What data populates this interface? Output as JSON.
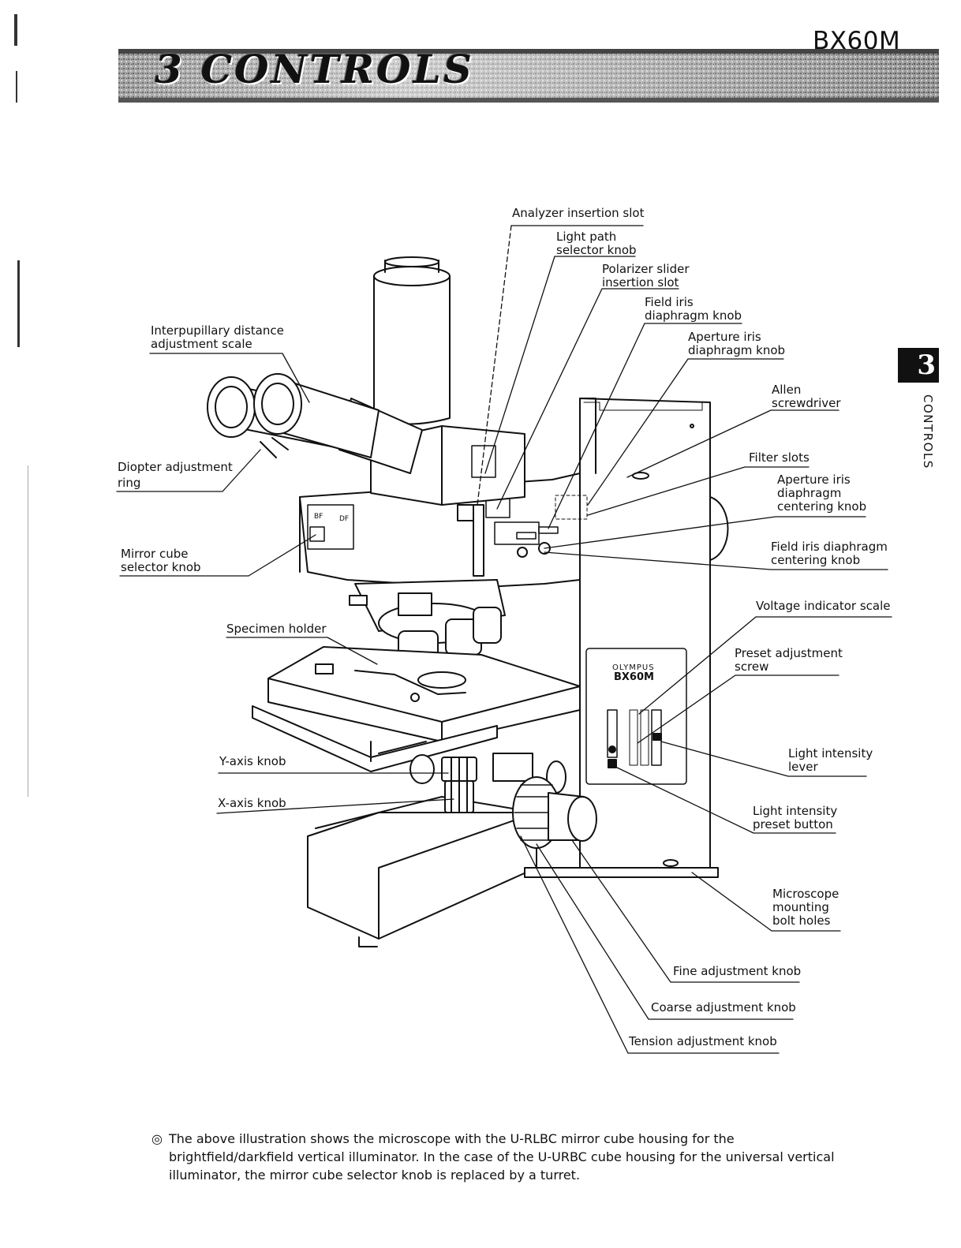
{
  "header": {
    "model": "BX60M",
    "chapter_title": "3 CONTROLS"
  },
  "side_tab": {
    "number": "3",
    "label": "CONTROLS"
  },
  "labels": {
    "analyzer": "Analyzer insertion slot",
    "light_path": "Light path\nselector knob",
    "polarizer": "Polarizer slider\ninsertion slot",
    "field_iris": "Field iris\ndiaphragm knob",
    "aperture_iris": "Aperture iris\ndiaphragm knob",
    "allen": "Allen\nscrewdriver",
    "filter_slots": "Filter slots",
    "aperture_centering": "Aperture iris\ndiaphragm\ncentering knob",
    "field_centering": "Field iris diaphragm\ncentering knob",
    "voltage": "Voltage indicator scale",
    "preset_screw": "Preset adjustment\nscrew",
    "light_lever": "Light intensity\nlever",
    "light_preset_button": "Light intensity\npreset button",
    "mounting_holes": "Microscope\nmounting\nbolt holes",
    "fine": "Fine adjustment knob",
    "coarse": "Coarse adjustment knob",
    "tension": "Tension adjustment knob",
    "interpupillary": "Interpupillary distance\nadjustment scale",
    "diopter": "Diopter adjustment\nring",
    "mirror_cube": "Mirror cube\nselector knob",
    "specimen": "Specimen holder",
    "y_axis": "Y-axis knob",
    "x_axis": "X-axis knob"
  },
  "illustration": {
    "brand": "OLYMPUS",
    "model": "BX60M",
    "bf": "BF",
    "df": "DF"
  },
  "note": {
    "mark": "◎",
    "text": "The above illustration shows the microscope with the U-RLBC mirror cube housing for the brightfield/darkfield vertical illuminator. In the case of the U-URBC cube housing for the universal vertical illuminator, the mirror cube selector knob is replaced by a turret."
  }
}
